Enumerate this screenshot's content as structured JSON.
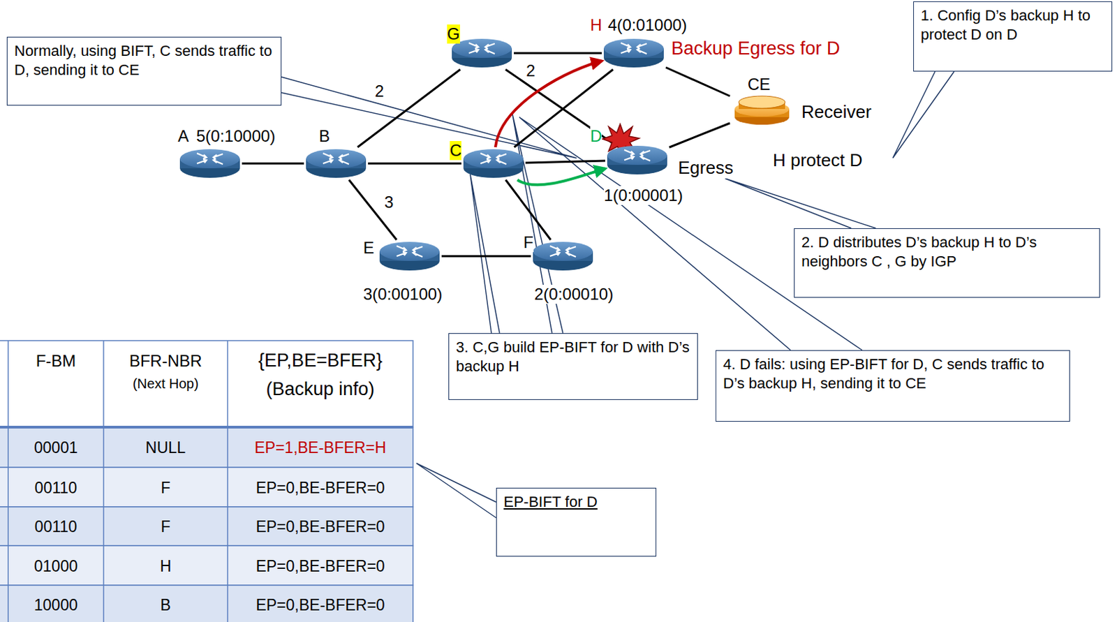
{
  "diagram": {
    "nodes": [
      {
        "text": [
          "Normally, using BIFT, C sends traffic to D, sending it to CE"
        ]
      },
      {
        "text": [
          "G"
        ]
      },
      {
        "text": [
          "H",
          "4(0:01000)"
        ]
      },
      {
        "text": [
          "1. Config D’s backup H to protect D on D"
        ]
      },
      {
        "text": [
          "CE"
        ]
      },
      {
        "text": [
          "A",
          "5(0:10000)"
        ]
      },
      {
        "text": [
          "B"
        ]
      },
      {
        "text": [
          "C"
        ]
      },
      {
        "text": [
          "D",
          "1(0:00001)"
        ]
      },
      {
        "text": [
          "E",
          "3(0:00100)"
        ]
      },
      {
        "text": [
          "F",
          "2(0:00010)"
        ]
      },
      {
        "text": [
          "2. D distributes D’s backup H to D’s neighbors C , G by IGP"
        ]
      },
      {
        "text": [
          "3. C,G build EP-BIFT for D with D’s backup H"
        ]
      },
      {
        "text": [
          "4. D fails: using EP-BIFT for D, C sends traffic to D’s backup H, sending it to CE"
        ]
      },
      {
        "text": [
          "EP-BIFT for D"
        ]
      }
    ],
    "edges": [
      {
        "from": 5,
        "to": 6,
        "arrow": "none"
      },
      {
        "from": 6,
        "to": 7,
        "arrow": "none"
      },
      {
        "from": 6,
        "to": 1,
        "label": "2",
        "arrow": "none"
      },
      {
        "from": 6,
        "to": 9,
        "label": "3",
        "arrow": "none"
      },
      {
        "from": 7,
        "to": 8,
        "arrow": "none"
      },
      {
        "from": 7,
        "to": 10,
        "arrow": "none"
      },
      {
        "from": 7,
        "to": 2,
        "arrow": "none"
      },
      {
        "from": 1,
        "to": 2,
        "arrow": "none"
      },
      {
        "from": 1,
        "to": 8,
        "label": "2",
        "arrow": "none"
      },
      {
        "from": 2,
        "to": 4,
        "arrow": "none"
      },
      {
        "from": 8,
        "to": 4,
        "arrow": "none"
      },
      {
        "from": 9,
        "to": 10,
        "arrow": "none"
      },
      {
        "from": 7,
        "to": 2,
        "arrow": "to"
      },
      {
        "from": 7,
        "to": 8,
        "arrow": "to"
      }
    ],
    "labels": [
      "Backup Egress for D",
      "Receiver",
      "Egress",
      "H protect D",
      "F-BM",
      "BFR-NBR",
      "(Next Hop)",
      "{EP,BE=BFER}",
      "(Backup info)",
      "00001",
      "NULL",
      "EP=1,BE-BFER=H",
      "00110",
      "F",
      "EP=0,BE-BFER=0",
      "00110",
      "F",
      "EP=0,BE-BFER=0",
      "01000",
      "H",
      "EP=0,BE-BFER=0",
      "10000",
      "B",
      "EP=0,BE-BFER=0"
    ]
  }
}
